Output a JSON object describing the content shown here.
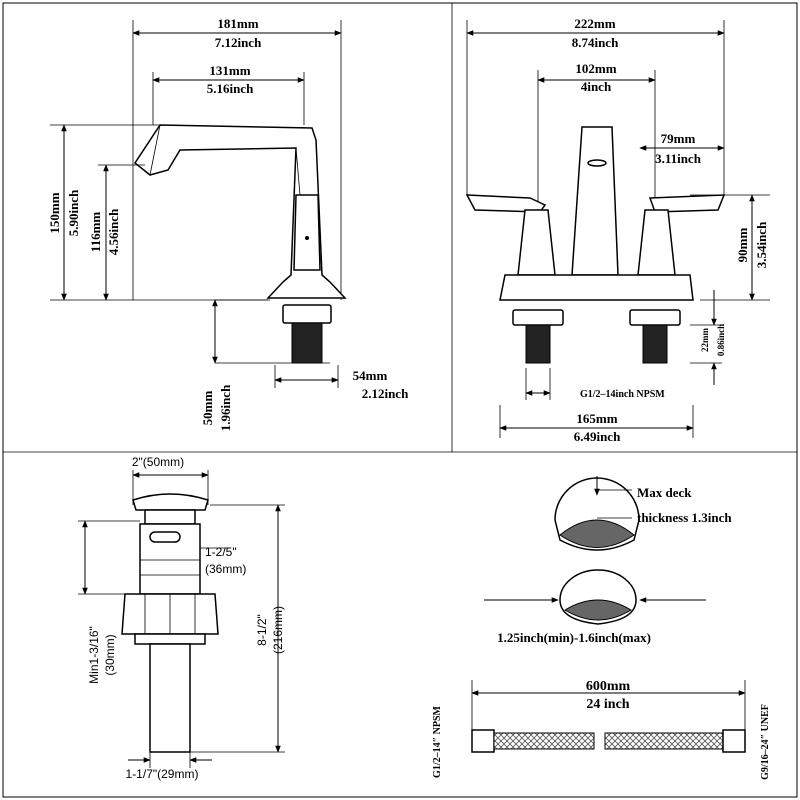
{
  "side_view": {
    "width_mm": "181mm",
    "width_in": "7.12inch",
    "reach_mm": "131mm",
    "reach_in": "5.16inch",
    "height_mm": "150mm",
    "height_in": "5.90inch",
    "spout_h_mm": "116mm",
    "spout_h_in": "4.56inch",
    "shank_mm": "50mm",
    "shank_in": "1.96inch",
    "base_mm": "54mm",
    "base_in": "2.12inch"
  },
  "front_view": {
    "width_mm": "222mm",
    "width_in": "8.74inch",
    "spread_mm": "102mm",
    "spread_in": "4inch",
    "handle_mm": "79mm",
    "handle_in": "3.11inch",
    "handle_h_mm": "90mm",
    "handle_h_in": "3.54inch",
    "thread_mm": "22mm",
    "thread_in": "0.86inch",
    "thread_label": "G1/2–14inch NPSM",
    "plate_mm": "165mm",
    "plate_in": "6.49inch"
  },
  "drain": {
    "top_w": "2\"(50mm)",
    "body_w": "1-2/5\"",
    "body_w_mm": "(36mm)",
    "min": "Min1-3/16\"",
    "min_mm": "(30mm)",
    "length": "8-1/2\"",
    "length_mm": "(216mm)",
    "tail": "1-1/7\"(29mm)"
  },
  "deck": {
    "max_label_1": "Max deck",
    "max_label_2": "thickness 1.3inch",
    "hole_label": "1.25inch(min)-1.6inch(max)"
  },
  "hose": {
    "length_mm": "600mm",
    "length_in": "24 inch",
    "left_thread": "G1/2–14″ NPSM",
    "right_thread": "G9/16–24″ UNEF"
  }
}
